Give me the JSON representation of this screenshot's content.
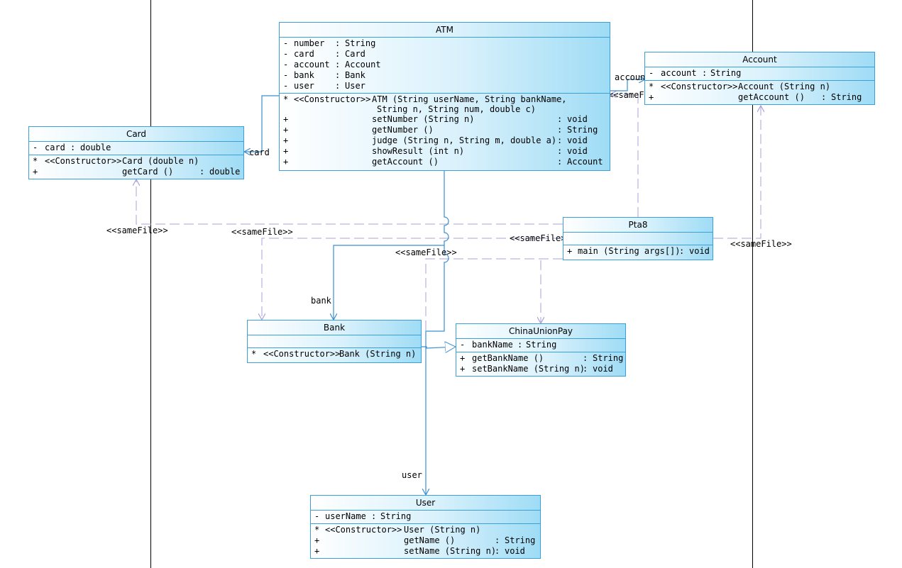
{
  "diagram_title": "",
  "classes": {
    "atm": {
      "name": "ATM",
      "attributes": [
        {
          "vis": "-",
          "name": "number",
          "sep": ":",
          "type": "String"
        },
        {
          "vis": "-",
          "name": "card",
          "sep": ":",
          "type": "Card"
        },
        {
          "vis": "-",
          "name": "account",
          "sep": ":",
          "type": "Account"
        },
        {
          "vis": "-",
          "name": "bank",
          "sep": ":",
          "type": "Bank"
        },
        {
          "vis": "-",
          "name": "user",
          "sep": ":",
          "type": "User"
        }
      ],
      "constructor": {
        "vis": "*",
        "stereotype": "<<Constructor>>",
        "sig_line1": "ATM (String userName, String bankName,",
        "sig_line2": "String n, String num, double c)"
      },
      "operations": [
        {
          "vis": "+",
          "sig": "setNumber (String n)",
          "sep": ":",
          "ret": "void"
        },
        {
          "vis": "+",
          "sig": "getNumber ()",
          "sep": ":",
          "ret": "String"
        },
        {
          "vis": "+",
          "sig": "judge (String n, String m, double a)",
          "sep": ":",
          "ret": "void"
        },
        {
          "vis": "+",
          "sig": "showResult (int n)",
          "sep": ":",
          "ret": "void"
        },
        {
          "vis": "+",
          "sig": "getAccount ()",
          "sep": ":",
          "ret": "Account"
        }
      ]
    },
    "account": {
      "name": "Account",
      "attributes": [
        {
          "vis": "-",
          "name": "account",
          "sep": ":",
          "type": "String"
        }
      ],
      "constructor": {
        "vis": "*",
        "stereotype": "<<Constructor>>",
        "sig": "Account (String n)"
      },
      "operations": [
        {
          "vis": "+",
          "sig": "getAccount ()",
          "sep": ":",
          "ret": "String"
        }
      ]
    },
    "card": {
      "name": "Card",
      "attributes": [
        {
          "vis": "-",
          "name": "card",
          "sep": ":",
          "type": "double"
        }
      ],
      "constructor": {
        "vis": "*",
        "stereotype": "<<Constructor>>",
        "sig": "Card (double n)"
      },
      "operations": [
        {
          "vis": "+",
          "sig": "getCard ()",
          "sep": ":",
          "ret": "double"
        }
      ]
    },
    "pta8": {
      "name": "Pta8",
      "operations": [
        {
          "vis": "+",
          "sig": "main (String args[])",
          "sep": ":",
          "ret": "void"
        }
      ]
    },
    "bank": {
      "name": "Bank",
      "constructor": {
        "vis": "*",
        "stereotype": "<<Constructor>>",
        "sig": "Bank (String n)"
      }
    },
    "chinaunionpay": {
      "name": "ChinaUnionPay",
      "attributes": [
        {
          "vis": "-",
          "name": "bankName",
          "sep": ":",
          "type": "String"
        }
      ],
      "operations": [
        {
          "vis": "+",
          "sig": "getBankName ()",
          "sep": ":",
          "ret": "String"
        },
        {
          "vis": "+",
          "sig": "setBankName (String n)",
          "sep": ":",
          "ret": "void"
        }
      ]
    },
    "user": {
      "name": "User",
      "attributes": [
        {
          "vis": "-",
          "name": "userName",
          "sep": ":",
          "type": "String"
        }
      ],
      "constructor": {
        "vis": "*",
        "stereotype": "<<Constructor>>",
        "sig": "User (String n)"
      },
      "operations": [
        {
          "vis": "+",
          "sig": "getName ()",
          "sep": ":",
          "ret": "String"
        },
        {
          "vis": "+",
          "sig": "setName (String n)",
          "sep": ":",
          "ret": "void"
        }
      ]
    }
  },
  "connector_labels": {
    "account": "account",
    "samefile_account_trunc": "<<sameF:",
    "card": "card",
    "samefile_card": "<<sameFile>>",
    "samefile_bank": "<<sameFile>>",
    "samefile_pta8": "<<sameFile>",
    "samefile_cup": "<<sameFile>>",
    "samefile_account": "<<sameFile>>",
    "bank": "bank",
    "user": "user"
  },
  "colors": {
    "class_border": "#3aa0d8",
    "association_line": "#3a8fd0",
    "dependency_line": "#a9a2dc",
    "lane_line": "#000000"
  }
}
